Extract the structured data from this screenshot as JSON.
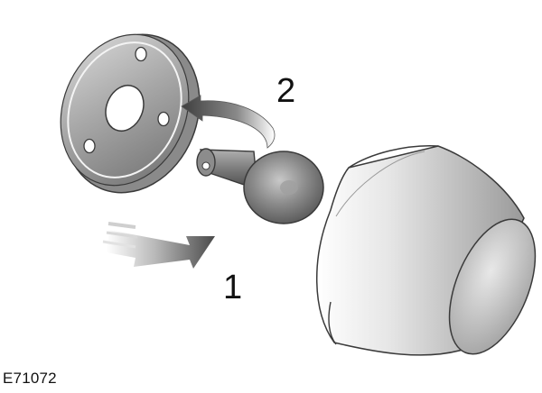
{
  "diagram": {
    "steps": [
      {
        "number": "1",
        "action": "pull-out"
      },
      {
        "number": "2",
        "action": "twist"
      }
    ],
    "figure_code": "E71072"
  }
}
